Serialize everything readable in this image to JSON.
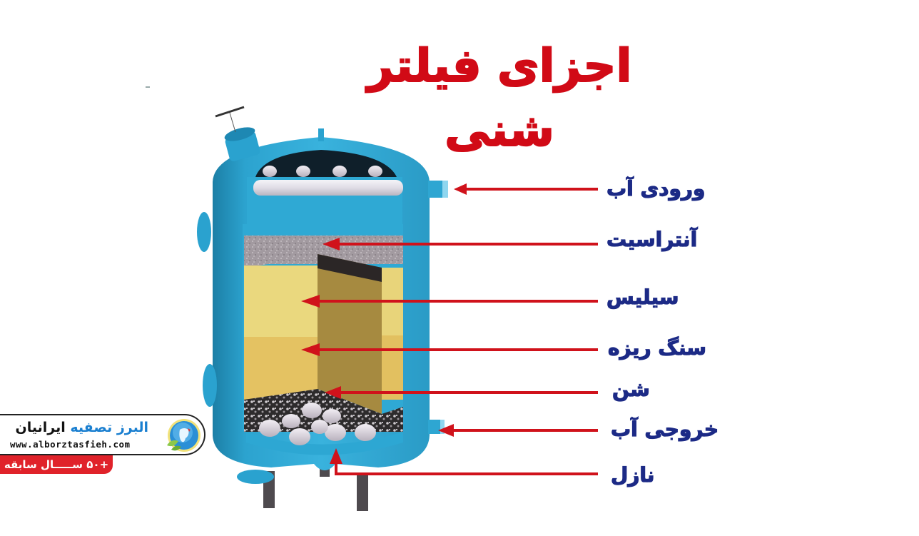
{
  "title": "اجزای فیلتر شنی",
  "colors": {
    "title": "#d10a16",
    "labels": "#1c2a86",
    "arrows": "#d0121b",
    "tank_body": "#2fa6d0",
    "tank_dark": "#1a7fa5",
    "anthracite": "#9a9298",
    "silica": "#e6d27a",
    "gravel": "#e0bc5c",
    "sand": "#3a3a3a",
    "badge": "#e0222a"
  },
  "labels": [
    {
      "id": "water-inlet",
      "text": "ورودی آب"
    },
    {
      "id": "anthracite",
      "text": "آنتراسیت"
    },
    {
      "id": "silica",
      "text": "سیلیس"
    },
    {
      "id": "gravel",
      "text": "سنگ ریزه"
    },
    {
      "id": "sand",
      "text": "شن"
    },
    {
      "id": "water-outlet",
      "text": "خروجی آب"
    },
    {
      "id": "nozzle",
      "text": "نازل"
    }
  ],
  "logo": {
    "name_part1": "البرز تصفیه",
    "name_part2": "ایرانیان",
    "url": "www.alborztasfieh.com",
    "badge": "+۵۰ ســـــال سابقه",
    "icon": "globe-leaf-icon"
  }
}
